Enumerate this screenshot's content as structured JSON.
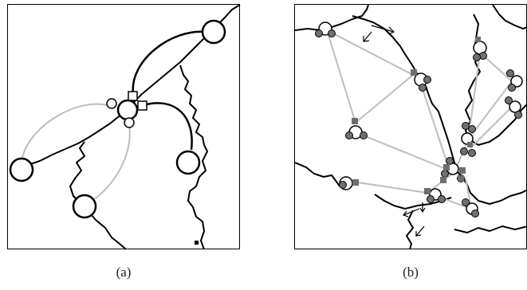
{
  "figure": {
    "panels": [
      {
        "id": "a",
        "label": "(a)"
      },
      {
        "id": "b",
        "label": "(b)"
      }
    ],
    "colors": {
      "boundary": "#000000",
      "black_edge": "#000000",
      "gray_edge": "#bdbdbd",
      "node_fill": "#ffffff",
      "small_node_fill": "#707070",
      "square_fill": "#6e6e6e"
    }
  }
}
